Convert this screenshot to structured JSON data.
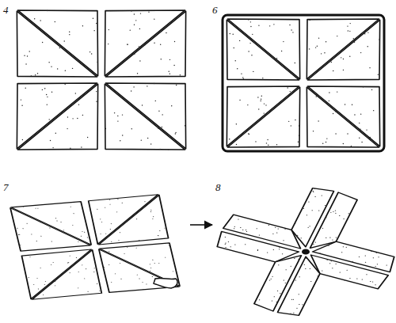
{
  "diagram": {
    "labels": [
      "4",
      "6",
      "7",
      "8"
    ]
  }
}
